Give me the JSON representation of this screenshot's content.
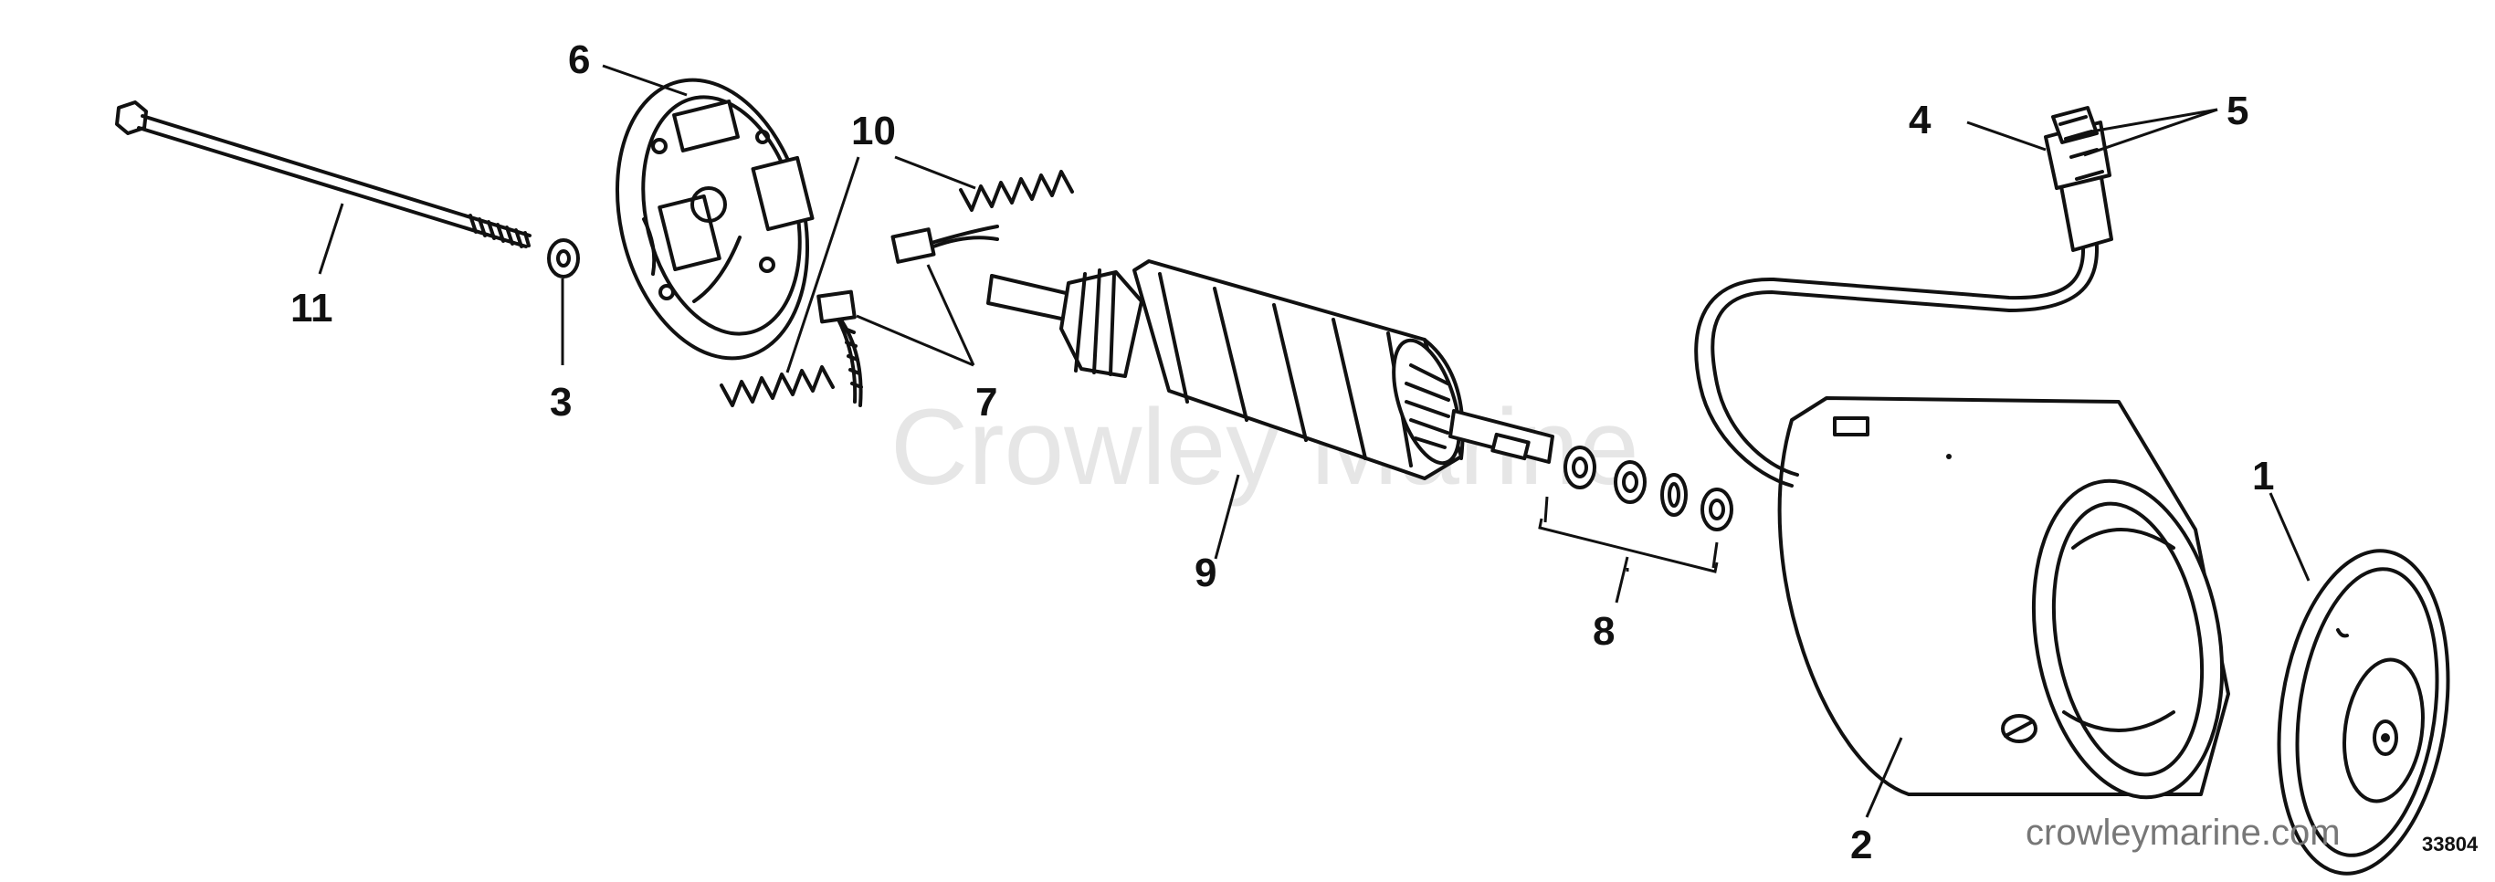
{
  "diagram": {
    "callouts": [
      {
        "id": "1",
        "part": "end-cap"
      },
      {
        "id": "2",
        "part": "frame-housing"
      },
      {
        "id": "3",
        "part": "washer"
      },
      {
        "id": "4",
        "part": "connector"
      },
      {
        "id": "5",
        "part": "connector-terminals"
      },
      {
        "id": "6",
        "part": "brush-plate"
      },
      {
        "id": "7",
        "part": "brushes"
      },
      {
        "id": "8",
        "part": "thrust-washers"
      },
      {
        "id": "9",
        "part": "armature"
      },
      {
        "id": "10",
        "part": "brush-springs"
      },
      {
        "id": "11",
        "part": "through-bolt"
      }
    ],
    "watermark": "Crowley Marine",
    "site": "crowleymarine.com",
    "figure_number": "33804"
  }
}
